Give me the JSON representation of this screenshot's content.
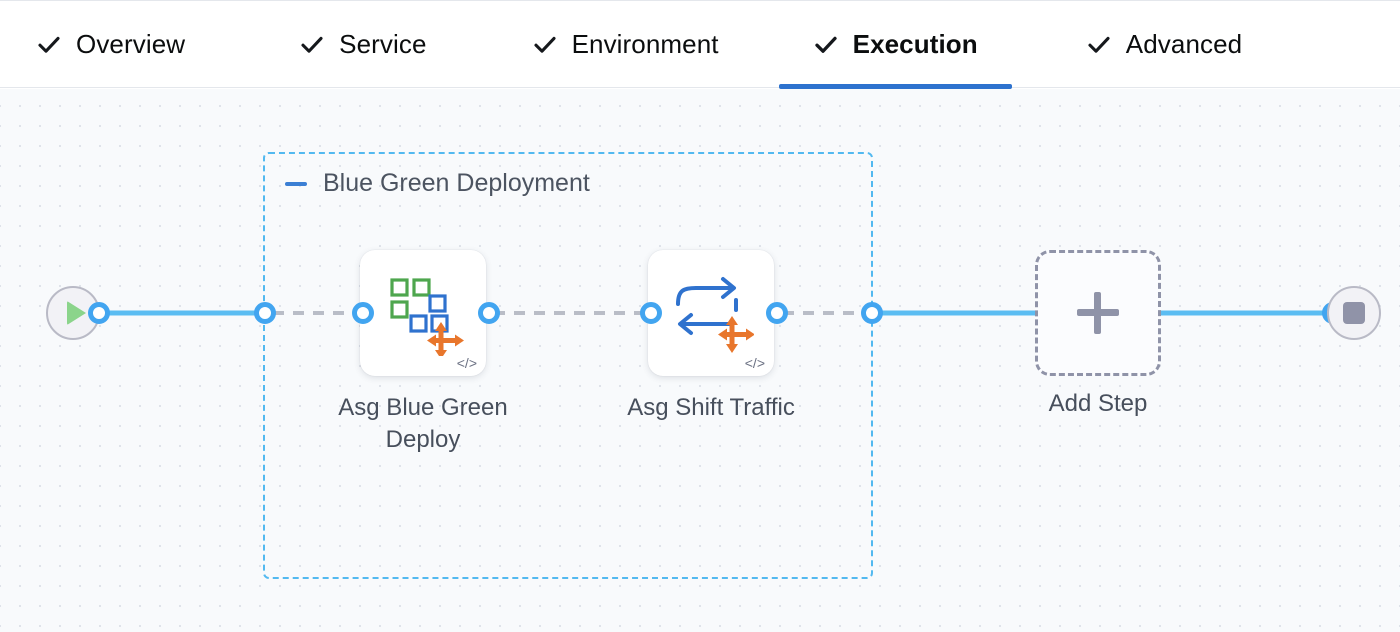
{
  "tabs": [
    {
      "label": "Overview",
      "icon": "check-icon",
      "active": false
    },
    {
      "label": "Service",
      "icon": "check-icon",
      "active": false
    },
    {
      "label": "Environment",
      "icon": "check-icon",
      "active": false
    },
    {
      "label": "Execution",
      "icon": "check-icon",
      "active": true
    },
    {
      "label": "Advanced",
      "icon": "check-icon",
      "active": false
    }
  ],
  "canvas": {
    "start_node": {
      "name": "pipeline-start",
      "icon": "play-icon"
    },
    "end_node": {
      "name": "pipeline-end",
      "icon": "stop-icon"
    },
    "group": {
      "title": "Blue Green Deployment",
      "collapse_icon": "minus-icon",
      "steps": [
        {
          "label": "Asg Blue Green Deploy",
          "icon": "asg-blue-green-deploy-icon",
          "badge": "</>"
        },
        {
          "label": "Asg Shift Traffic",
          "icon": "asg-shift-traffic-icon",
          "badge": "</>"
        }
      ]
    },
    "add_step": {
      "label": "Add Step",
      "icon": "plus-icon"
    }
  },
  "colors": {
    "accent_blue": "#2d72ce",
    "edge_blue": "#5bbdf2",
    "group_border": "#52b9f0",
    "ring_blue": "#42a5f0",
    "dashed_edge": "#b9bdc7",
    "orange": "#e8762c",
    "green": "#4ea64e",
    "icon_blue": "#2f72ce",
    "text": "#474f5c",
    "canvas_bg": "#f8fafc"
  }
}
